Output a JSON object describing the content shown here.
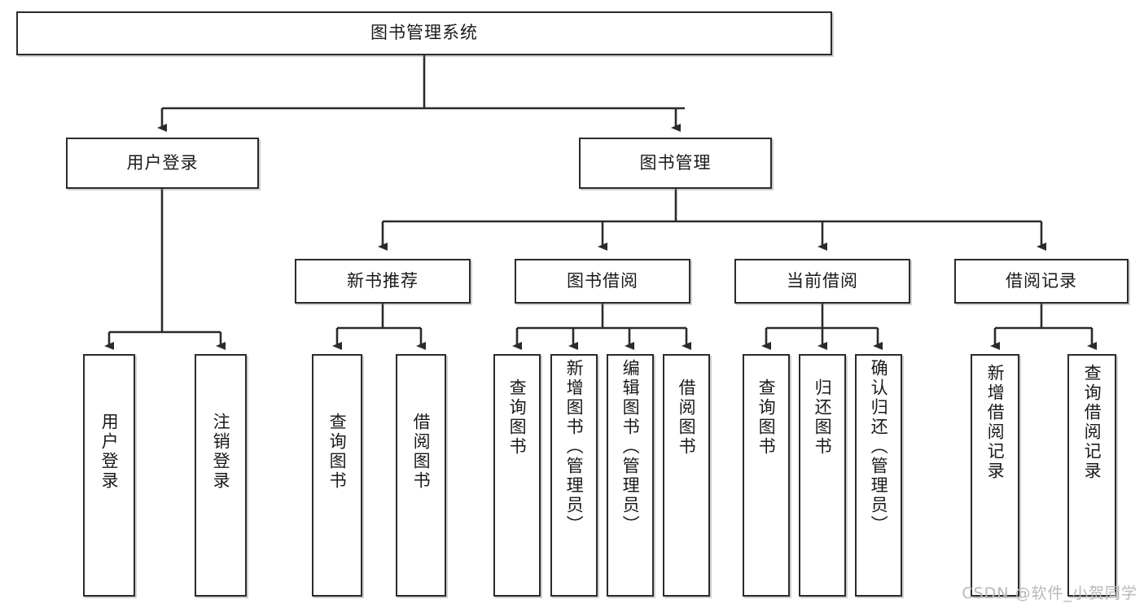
{
  "diagram": {
    "title": "图书管理系统",
    "type": "tree-hierarchy",
    "watermark": "CSDN @软件_小贺同学",
    "colors": {
      "box_border": "#2b2b2b",
      "box_fill": "#ffffff",
      "connector": "#2b2b2b",
      "watermark": "#b8b8b8",
      "background": "#ffffff"
    },
    "root": {
      "label": "图书管理系统"
    },
    "level2": [
      {
        "id": "user-login",
        "label": "用户登录"
      },
      {
        "id": "book-manage",
        "label": "图书管理"
      }
    ],
    "level3": [
      {
        "id": "new-book-rec",
        "label": "新书推荐"
      },
      {
        "id": "book-borrow",
        "label": "图书借阅"
      },
      {
        "id": "current-borrow",
        "label": "当前借阅"
      },
      {
        "id": "borrow-record",
        "label": "借阅记录"
      }
    ],
    "leaves": {
      "user_login": [
        {
          "id": "leaf-user-login",
          "label": "用户登录"
        },
        {
          "id": "leaf-logout",
          "label": "注销登录"
        }
      ],
      "new_book_rec": [
        {
          "id": "leaf-query-book-1",
          "label": "查询图书"
        },
        {
          "id": "leaf-borrow-book-1",
          "label": "借阅图书"
        }
      ],
      "book_borrow": [
        {
          "id": "leaf-query-book-2",
          "label": "查询图书"
        },
        {
          "id": "leaf-add-book",
          "label": "新增图书（管理员）"
        },
        {
          "id": "leaf-edit-book",
          "label": "编辑图书（管理员）"
        },
        {
          "id": "leaf-borrow-book-2",
          "label": "借阅图书"
        }
      ],
      "current_borrow": [
        {
          "id": "leaf-query-book-3",
          "label": "查询图书"
        },
        {
          "id": "leaf-return-book",
          "label": "归还图书"
        },
        {
          "id": "leaf-confirm-return",
          "label": "确认归还（管理员）"
        }
      ],
      "borrow_record": [
        {
          "id": "leaf-add-record",
          "label": "新增借阅记录"
        },
        {
          "id": "leaf-query-record",
          "label": "查询借阅记录"
        }
      ]
    }
  }
}
